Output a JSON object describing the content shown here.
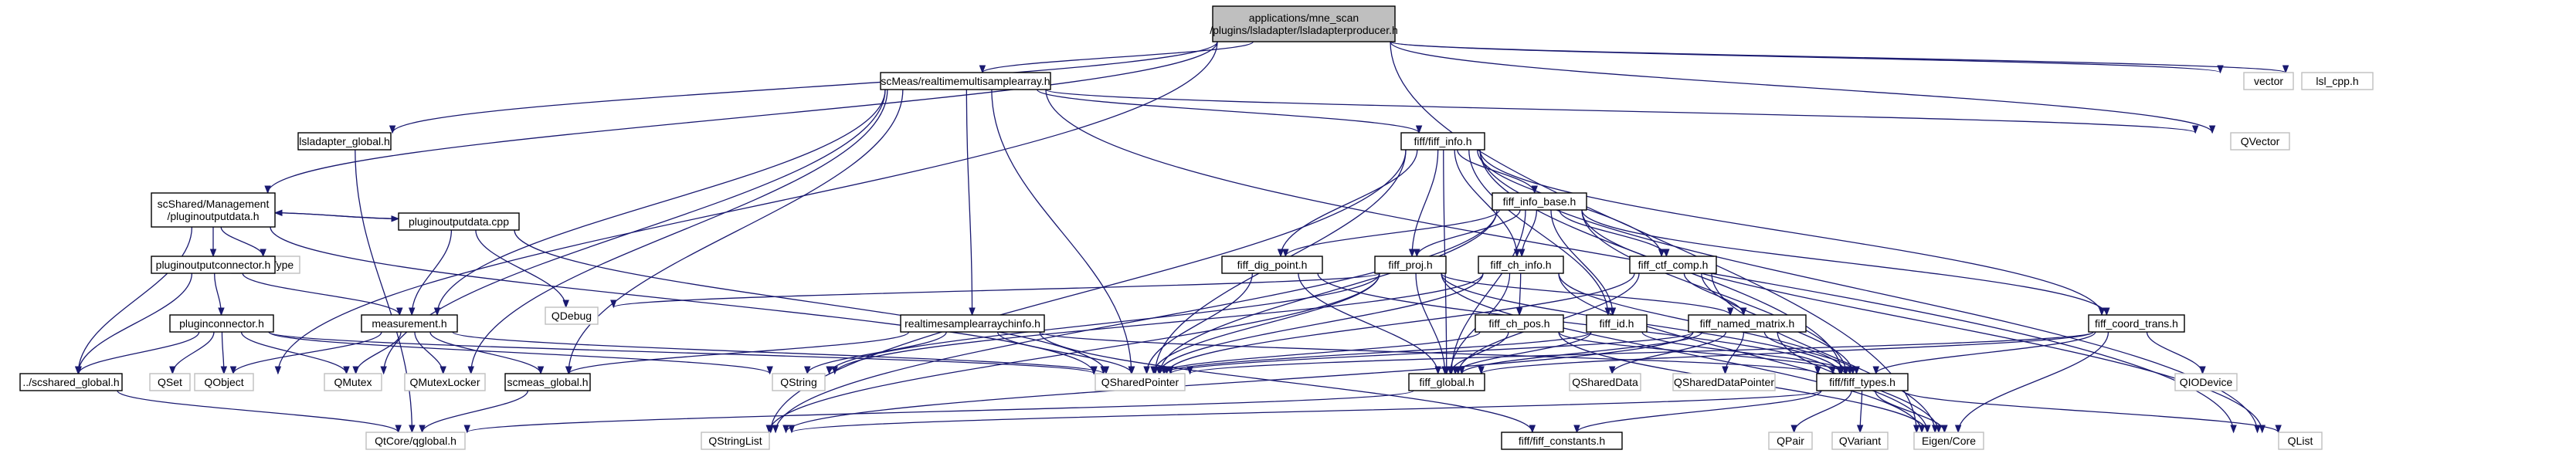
{
  "nodes": [
    {
      "id": "root",
      "label": [
        "applications/mne_scan",
        "/plugins/lsladapter/lsladapterproducer.h"
      ],
      "kind": "root"
    },
    {
      "id": "rtmsa",
      "label": [
        "scMeas/realtimemultisamplearray.h"
      ],
      "kind": "file"
    },
    {
      "id": "vector",
      "label": [
        "vector"
      ],
      "kind": "external"
    },
    {
      "id": "lslcpp",
      "label": [
        "lsl_cpp.h"
      ],
      "kind": "external"
    },
    {
      "id": "lslglobal",
      "label": [
        "lsladapter_global.h"
      ],
      "kind": "file"
    },
    {
      "id": "fiffinfo",
      "label": [
        "fiff/fiff_info.h"
      ],
      "kind": "file"
    },
    {
      "id": "qvector",
      "label": [
        "QVector"
      ],
      "kind": "external"
    },
    {
      "id": "pod",
      "label": [
        "scShared/Management",
        "/pluginoutputdata.h"
      ],
      "kind": "file"
    },
    {
      "id": "infobase",
      "label": [
        "fiff_info_base.h"
      ],
      "kind": "file"
    },
    {
      "id": "qmetatype",
      "label": [
        "QMetaType"
      ],
      "kind": "external"
    },
    {
      "id": "poc",
      "label": [
        "pluginoutputconnector.h"
      ],
      "kind": "file"
    },
    {
      "id": "podcpp",
      "label": [
        "pluginoutputdata.cpp"
      ],
      "kind": "file"
    },
    {
      "id": "digpoint",
      "label": [
        "fiff_dig_point.h"
      ],
      "kind": "file"
    },
    {
      "id": "fiffproj",
      "label": [
        "fiff_proj.h"
      ],
      "kind": "file"
    },
    {
      "id": "chinfo",
      "label": [
        "fiff_ch_info.h"
      ],
      "kind": "file"
    },
    {
      "id": "ctfcomp",
      "label": [
        "fiff_ctf_comp.h"
      ],
      "kind": "file"
    },
    {
      "id": "measurement",
      "label": [
        "measurement.h"
      ],
      "kind": "file"
    },
    {
      "id": "qdebug",
      "label": [
        "QDebug"
      ],
      "kind": "external"
    },
    {
      "id": "pc",
      "label": [
        "pluginconnector.h"
      ],
      "kind": "file"
    },
    {
      "id": "rtsci",
      "label": [
        "realtimesamplearraychinfo.h"
      ],
      "kind": "file"
    },
    {
      "id": "chpos",
      "label": [
        "fiff_ch_pos.h"
      ],
      "kind": "file"
    },
    {
      "id": "fiffid",
      "label": [
        "fiff_id.h"
      ],
      "kind": "file"
    },
    {
      "id": "namedmatrix",
      "label": [
        "fiff_named_matrix.h"
      ],
      "kind": "file"
    },
    {
      "id": "coordtrans",
      "label": [
        "fiff_coord_trans.h"
      ],
      "kind": "file"
    },
    {
      "id": "scsharedglobal",
      "label": [
        "../scshared_global.h"
      ],
      "kind": "file"
    },
    {
      "id": "qset",
      "label": [
        "QSet"
      ],
      "kind": "external"
    },
    {
      "id": "qobject",
      "label": [
        "QObject"
      ],
      "kind": "external"
    },
    {
      "id": "qmutex",
      "label": [
        "QMutex"
      ],
      "kind": "external"
    },
    {
      "id": "qmutexlocker",
      "label": [
        "QMutexLocker"
      ],
      "kind": "external"
    },
    {
      "id": "scmeasglobal",
      "label": [
        "scmeas_global.h"
      ],
      "kind": "file"
    },
    {
      "id": "qstring",
      "label": [
        "QString"
      ],
      "kind": "external"
    },
    {
      "id": "qsharedpointer",
      "label": [
        "QSharedPointer"
      ],
      "kind": "external"
    },
    {
      "id": "fiffglobal",
      "label": [
        "fiff_global.h"
      ],
      "kind": "file"
    },
    {
      "id": "qshareddata",
      "label": [
        "QSharedData"
      ],
      "kind": "external"
    },
    {
      "id": "qshareddatapointer",
      "label": [
        "QSharedDataPointer"
      ],
      "kind": "external"
    },
    {
      "id": "fifftypes",
      "label": [
        "fiff/fiff_types.h"
      ],
      "kind": "file"
    },
    {
      "id": "qiodevice",
      "label": [
        "QIODevice"
      ],
      "kind": "external"
    },
    {
      "id": "qtcore",
      "label": [
        "QtCore/qglobal.h"
      ],
      "kind": "external"
    },
    {
      "id": "qstringlist",
      "label": [
        "QStringList"
      ],
      "kind": "external"
    },
    {
      "id": "fiffconstants",
      "label": [
        "fiff/fiff_constants.h"
      ],
      "kind": "file"
    },
    {
      "id": "qpair",
      "label": [
        "QPair"
      ],
      "kind": "external"
    },
    {
      "id": "qvariant",
      "label": [
        "QVariant"
      ],
      "kind": "external"
    },
    {
      "id": "eigen",
      "label": [
        "Eigen/Core"
      ],
      "kind": "external"
    },
    {
      "id": "qlist",
      "label": [
        "QList"
      ],
      "kind": "external"
    }
  ],
  "edges": [
    [
      "root",
      "rtmsa"
    ],
    [
      "root",
      "vector"
    ],
    [
      "root",
      "lslcpp"
    ],
    [
      "root",
      "lslglobal"
    ],
    [
      "root",
      "pod"
    ],
    [
      "root",
      "qobject"
    ],
    [
      "root",
      "qvector"
    ],
    [
      "root",
      "eigen"
    ],
    [
      "rtmsa",
      "fiffinfo"
    ],
    [
      "rtmsa",
      "qvector"
    ],
    [
      "rtmsa",
      "measurement"
    ],
    [
      "rtmsa",
      "rtsci"
    ],
    [
      "rtmsa",
      "scmeasglobal"
    ],
    [
      "rtmsa",
      "qmutex"
    ],
    [
      "rtmsa",
      "qmutexlocker"
    ],
    [
      "rtmsa",
      "qsharedpointer"
    ],
    [
      "rtmsa",
      "qlist"
    ],
    [
      "lslglobal",
      "qtcore"
    ],
    [
      "pod",
      "qmetatype"
    ],
    [
      "pod",
      "poc"
    ],
    [
      "pod",
      "podcpp"
    ],
    [
      "pod",
      "scsharedglobal"
    ],
    [
      "pod",
      "qsharedpointer"
    ],
    [
      "podcpp",
      "pod"
    ],
    [
      "podcpp",
      "measurement"
    ],
    [
      "podcpp",
      "qdebug"
    ],
    [
      "podcpp",
      "qsharedpointer"
    ],
    [
      "poc",
      "pc"
    ],
    [
      "poc",
      "measurement"
    ],
    [
      "poc",
      "scsharedglobal"
    ],
    [
      "pc",
      "scsharedglobal"
    ],
    [
      "pc",
      "qset"
    ],
    [
      "pc",
      "qobject"
    ],
    [
      "pc",
      "qmutex"
    ],
    [
      "pc",
      "qstring"
    ],
    [
      "pc",
      "qsharedpointer"
    ],
    [
      "measurement",
      "qobject"
    ],
    [
      "measurement",
      "qmutex"
    ],
    [
      "measurement",
      "qmutexlocker"
    ],
    [
      "measurement",
      "scmeasglobal"
    ],
    [
      "measurement",
      "qsharedpointer"
    ],
    [
      "scsharedglobal",
      "qtcore"
    ],
    [
      "scmeasglobal",
      "qtcore"
    ],
    [
      "rtsci",
      "scmeasglobal"
    ],
    [
      "rtsci",
      "fifftypes"
    ],
    [
      "rtsci",
      "qstring"
    ],
    [
      "rtsci",
      "qsharedpointer"
    ],
    [
      "rtsci",
      "fiffconstants"
    ],
    [
      "fiffinfo",
      "infobase"
    ],
    [
      "fiffinfo",
      "digpoint"
    ],
    [
      "fiffinfo",
      "fiffproj"
    ],
    [
      "fiffinfo",
      "chinfo"
    ],
    [
      "fiffinfo",
      "ctfcomp"
    ],
    [
      "fiffinfo",
      "fiffid"
    ],
    [
      "fiffinfo",
      "coordtrans"
    ],
    [
      "fiffinfo",
      "fifftypes"
    ],
    [
      "fiffinfo",
      "fiffglobal"
    ],
    [
      "fiffinfo",
      "qstringlist"
    ],
    [
      "fiffinfo",
      "qsharedpointer"
    ],
    [
      "fiffinfo",
      "qlist"
    ],
    [
      "infobase",
      "digpoint"
    ],
    [
      "infobase",
      "fiffproj"
    ],
    [
      "infobase",
      "chinfo"
    ],
    [
      "infobase",
      "ctfcomp"
    ],
    [
      "infobase",
      "fiffid"
    ],
    [
      "infobase",
      "coordtrans"
    ],
    [
      "infobase",
      "fifftypes"
    ],
    [
      "infobase",
      "fiffglobal"
    ],
    [
      "infobase",
      "qstringlist"
    ],
    [
      "infobase",
      "qsharedpointer"
    ],
    [
      "infobase",
      "qlist"
    ],
    [
      "digpoint",
      "fiffglobal"
    ],
    [
      "digpoint",
      "fifftypes"
    ],
    [
      "digpoint",
      "qsharedpointer"
    ],
    [
      "fiffproj",
      "fiffglobal"
    ],
    [
      "fiffproj",
      "fifftypes"
    ],
    [
      "fiffproj",
      "namedmatrix"
    ],
    [
      "fiffproj",
      "qdebug"
    ],
    [
      "fiffproj",
      "qstring"
    ],
    [
      "fiffproj",
      "qstringlist"
    ],
    [
      "fiffproj",
      "qsharedpointer"
    ],
    [
      "fiffproj",
      "eigen"
    ],
    [
      "chinfo",
      "chpos"
    ],
    [
      "chinfo",
      "fiffglobal"
    ],
    [
      "chinfo",
      "fifftypes"
    ],
    [
      "chinfo",
      "qsharedpointer"
    ],
    [
      "chinfo",
      "qstring"
    ],
    [
      "chinfo",
      "eigen"
    ],
    [
      "ctfcomp",
      "namedmatrix"
    ],
    [
      "ctfcomp",
      "fiffglobal"
    ],
    [
      "ctfcomp",
      "fifftypes"
    ],
    [
      "ctfcomp",
      "qsharedpointer"
    ],
    [
      "ctfcomp",
      "eigen"
    ],
    [
      "chpos",
      "fiffglobal"
    ],
    [
      "chpos",
      "fifftypes"
    ],
    [
      "chpos",
      "qsharedpointer"
    ],
    [
      "chpos",
      "eigen"
    ],
    [
      "fiffid",
      "fiffglobal"
    ],
    [
      "fiffid",
      "fifftypes"
    ],
    [
      "fiffid",
      "qsharedpointer"
    ],
    [
      "namedmatrix",
      "fiffglobal"
    ],
    [
      "namedmatrix",
      "fifftypes"
    ],
    [
      "namedmatrix",
      "qshareddata"
    ],
    [
      "namedmatrix",
      "qshareddatapointer"
    ],
    [
      "namedmatrix",
      "qsharedpointer"
    ],
    [
      "namedmatrix",
      "qstringlist"
    ],
    [
      "namedmatrix",
      "eigen"
    ],
    [
      "coordtrans",
      "fiffglobal"
    ],
    [
      "coordtrans",
      "fifftypes"
    ],
    [
      "coordtrans",
      "qsharedpointer"
    ],
    [
      "coordtrans",
      "qiodevice"
    ],
    [
      "coordtrans",
      "eigen"
    ],
    [
      "fiffglobal",
      "qtcore"
    ],
    [
      "fifftypes",
      "fiffconstants"
    ],
    [
      "fifftypes",
      "qpair"
    ],
    [
      "fifftypes",
      "qvariant"
    ],
    [
      "fifftypes",
      "eigen"
    ],
    [
      "fifftypes",
      "qlist"
    ],
    [
      "fifftypes",
      "qstringlist"
    ]
  ]
}
